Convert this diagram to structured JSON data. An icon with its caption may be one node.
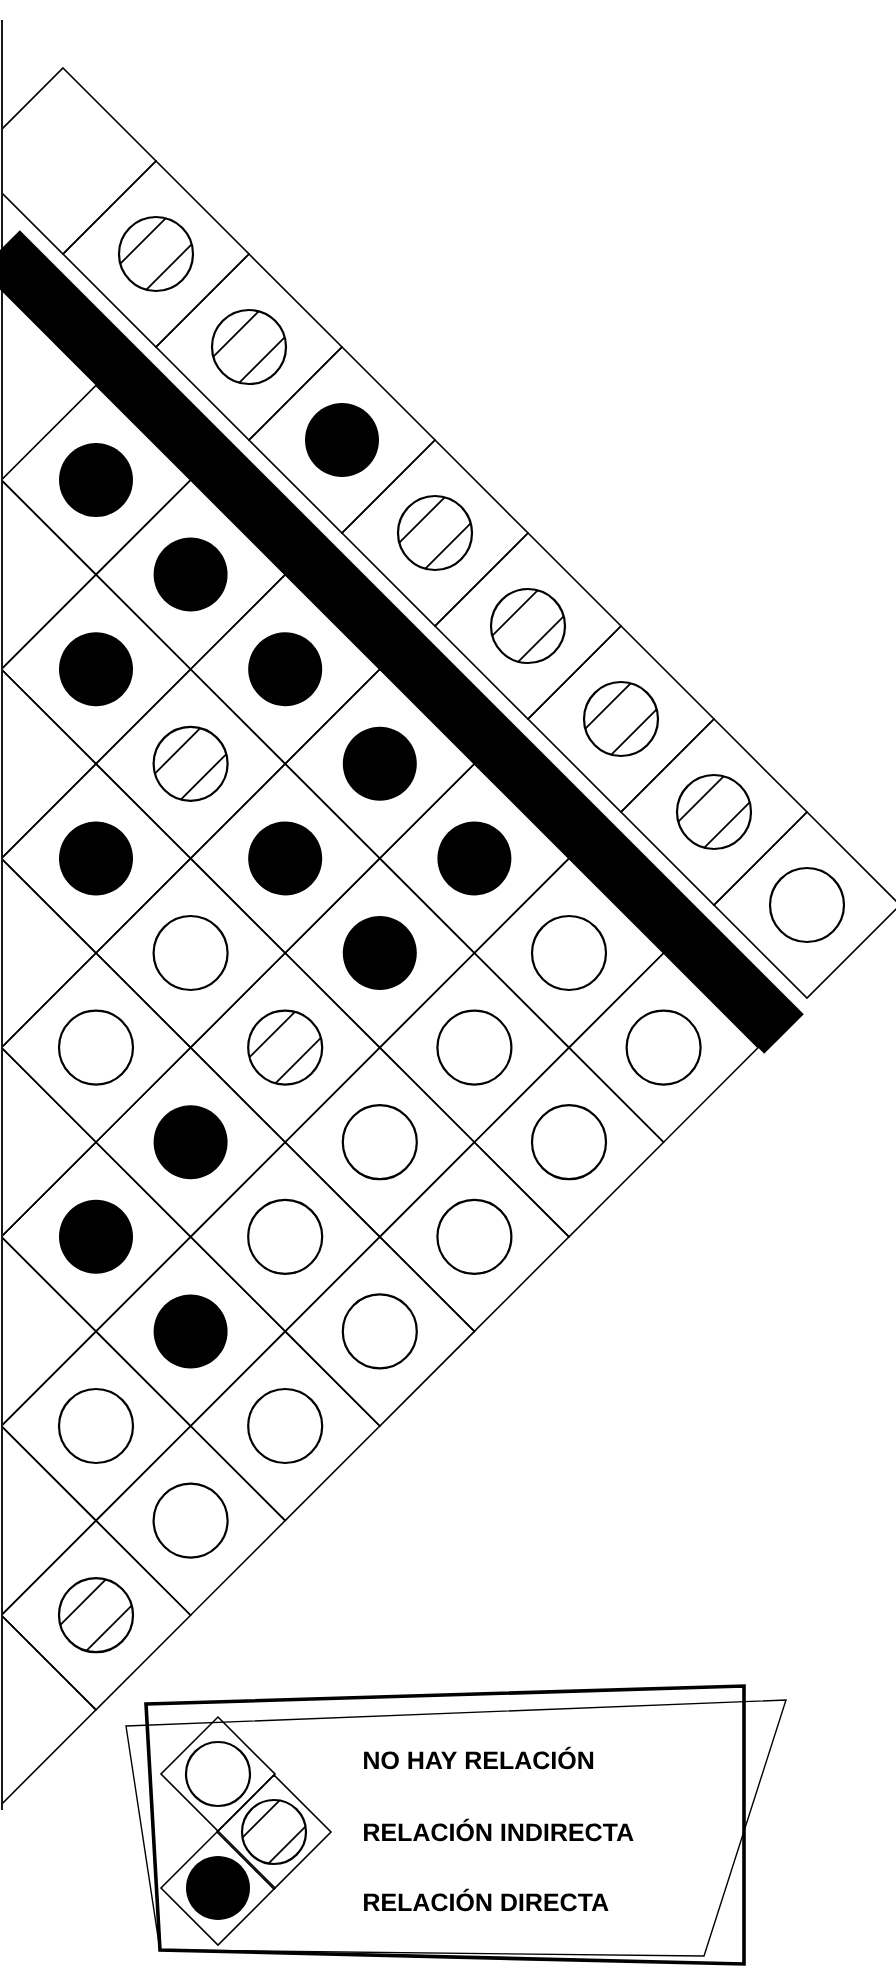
{
  "diagram": {
    "legend": [
      {
        "text": "NO HAY RELACIÓN"
      },
      {
        "text": "RELACIÓN INDIRECTA"
      },
      {
        "text": "RELACIÓN DIRECTA"
      }
    ]
  }
}
